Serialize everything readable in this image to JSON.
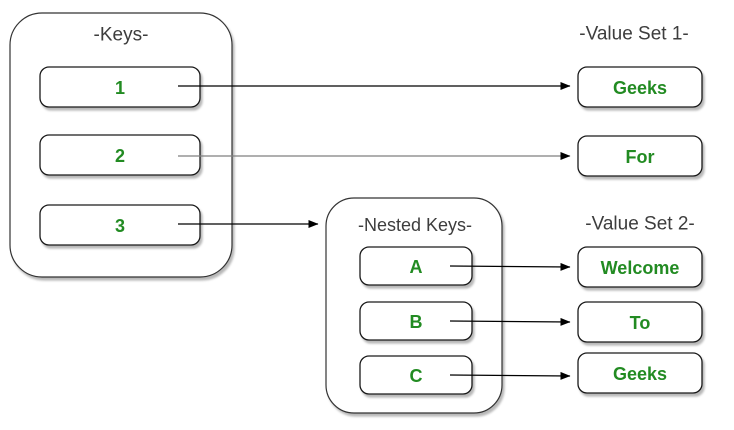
{
  "diagram": {
    "keys_group": {
      "label": "-Keys-",
      "items": [
        "1",
        "2",
        "3"
      ]
    },
    "value_set_1": {
      "label": "-Value Set 1-",
      "items": [
        "Geeks",
        "For"
      ]
    },
    "nested_keys_group": {
      "label": "-Nested Keys-",
      "items": [
        "A",
        "B",
        "C"
      ]
    },
    "value_set_2": {
      "label": "-Value Set 2-",
      "items": [
        "Welcome",
        "To",
        "Geeks"
      ]
    },
    "mappings": [
      {
        "from": "1",
        "to": "Geeks"
      },
      {
        "from": "2",
        "to": "For"
      },
      {
        "from": "3",
        "to": "Nested Keys"
      },
      {
        "from": "A",
        "to": "Welcome"
      },
      {
        "from": "B",
        "to": "To"
      },
      {
        "from": "C",
        "to": "Geeks"
      }
    ],
    "colors": {
      "key_text_green": "#228B22",
      "label_gray": "#3d3d3d",
      "box_border": "#1a1a1a",
      "container_border": "#333333",
      "arrow_black": "#000000",
      "arrow_gray": "#7f7f7f",
      "background": "#ffffff"
    }
  }
}
